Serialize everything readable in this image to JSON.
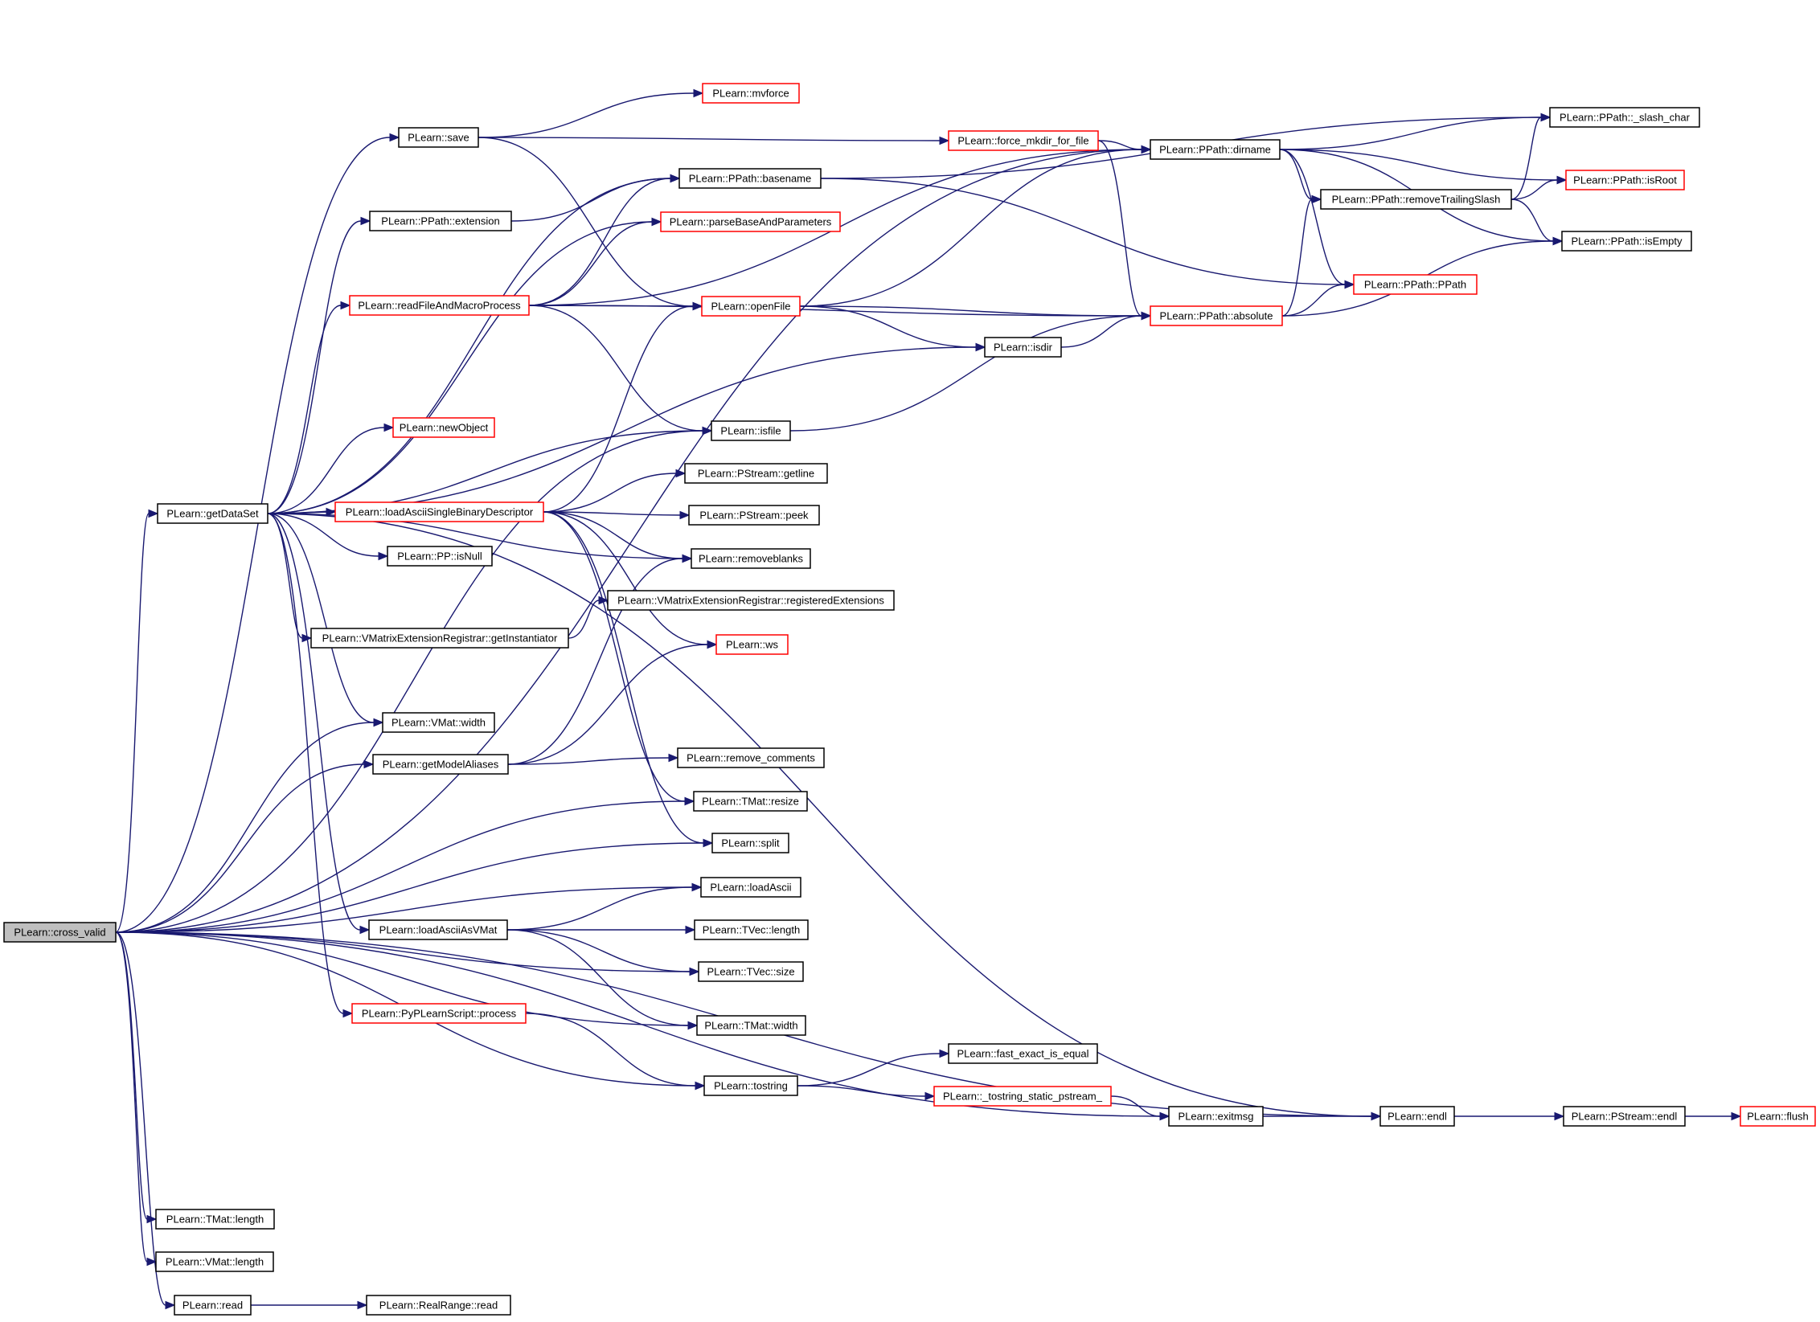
{
  "colors": {
    "edge": "#191970",
    "node_border_default": "#000000",
    "node_border_truncated": "#ff0000",
    "node_fill": "#ffffff",
    "root_fill": "#bfbfbf"
  },
  "graph": {
    "root": "cross_valid",
    "nodes": [
      {
        "id": "cross_valid",
        "label": "PLearn::cross_valid",
        "style": "root"
      },
      {
        "id": "getDataSet",
        "label": "PLearn::getDataSet",
        "style": "default"
      },
      {
        "id": "save",
        "label": "PLearn::save",
        "style": "default"
      },
      {
        "id": "mvforce",
        "label": "PLearn::mvforce",
        "style": "truncated"
      },
      {
        "id": "force_mkdir",
        "label": "PLearn::force_mkdir_for_file",
        "style": "truncated"
      },
      {
        "id": "dirname",
        "label": "PLearn::PPath::dirname",
        "style": "default"
      },
      {
        "id": "slash_char",
        "label": "PLearn::PPath::_slash_char",
        "style": "default"
      },
      {
        "id": "isRoot",
        "label": "PLearn::PPath::isRoot",
        "style": "truncated"
      },
      {
        "id": "removeTrailingSlash",
        "label": "PLearn::PPath::removeTrailingSlash",
        "style": "default"
      },
      {
        "id": "isEmpty",
        "label": "PLearn::PPath::isEmpty",
        "style": "default"
      },
      {
        "id": "PPath",
        "label": "PLearn::PPath::PPath",
        "style": "truncated"
      },
      {
        "id": "absolute",
        "label": "PLearn::PPath::absolute",
        "style": "truncated"
      },
      {
        "id": "basename",
        "label": "PLearn::PPath::basename",
        "style": "default"
      },
      {
        "id": "extension",
        "label": "PLearn::PPath::extension",
        "style": "default"
      },
      {
        "id": "parseBase",
        "label": "PLearn::parseBaseAndParameters",
        "style": "truncated"
      },
      {
        "id": "readFile",
        "label": "PLearn::readFileAndMacroProcess",
        "style": "truncated"
      },
      {
        "id": "openFile",
        "label": "PLearn::openFile",
        "style": "truncated"
      },
      {
        "id": "isdir",
        "label": "PLearn::isdir",
        "style": "default"
      },
      {
        "id": "isfile",
        "label": "PLearn::isfile",
        "style": "default"
      },
      {
        "id": "newObject",
        "label": "PLearn::newObject",
        "style": "truncated"
      },
      {
        "id": "getline",
        "label": "PLearn::PStream::getline",
        "style": "default"
      },
      {
        "id": "loadAsciiSBD",
        "label": "PLearn::loadAsciiSingleBinaryDescriptor",
        "style": "truncated"
      },
      {
        "id": "peek",
        "label": "PLearn::PStream::peek",
        "style": "default"
      },
      {
        "id": "isNull",
        "label": "PLearn::PP::isNull",
        "style": "default"
      },
      {
        "id": "removeblanks",
        "label": "PLearn::removeblanks",
        "style": "default"
      },
      {
        "id": "registeredExt",
        "label": "PLearn::VMatrixExtensionRegistrar::registeredExtensions",
        "style": "default"
      },
      {
        "id": "getInstantiator",
        "label": "PLearn::VMatrixExtensionRegistrar::getInstantiator",
        "style": "default"
      },
      {
        "id": "ws",
        "label": "PLearn::ws",
        "style": "truncated"
      },
      {
        "id": "vmatWidth",
        "label": "PLearn::VMat::width",
        "style": "default"
      },
      {
        "id": "getModelAliases",
        "label": "PLearn::getModelAliases",
        "style": "default"
      },
      {
        "id": "removeComments",
        "label": "PLearn::remove_comments",
        "style": "default"
      },
      {
        "id": "tmatResize",
        "label": "PLearn::TMat::resize",
        "style": "default"
      },
      {
        "id": "split",
        "label": "PLearn::split",
        "style": "default"
      },
      {
        "id": "loadAscii",
        "label": "PLearn::loadAscii",
        "style": "default"
      },
      {
        "id": "loadAsciiAsVMat",
        "label": "PLearn::loadAsciiAsVMat",
        "style": "default"
      },
      {
        "id": "tvecLength",
        "label": "PLearn::TVec::length",
        "style": "default"
      },
      {
        "id": "tvecSize",
        "label": "PLearn::TVec::size",
        "style": "default"
      },
      {
        "id": "pyProcess",
        "label": "PLearn::PyPLearnScript::process",
        "style": "truncated"
      },
      {
        "id": "tmatWidth",
        "label": "PLearn::TMat::width",
        "style": "default"
      },
      {
        "id": "fastEqual",
        "label": "PLearn::fast_exact_is_equal",
        "style": "default"
      },
      {
        "id": "tostring",
        "label": "PLearn::tostring",
        "style": "default"
      },
      {
        "id": "tostringStatic",
        "label": "PLearn::_tostring_static_pstream_",
        "style": "truncated"
      },
      {
        "id": "exitmsg",
        "label": "PLearn::exitmsg",
        "style": "default"
      },
      {
        "id": "endl",
        "label": "PLearn::endl",
        "style": "default"
      },
      {
        "id": "pstreamEndl",
        "label": "PLearn::PStream::endl",
        "style": "default"
      },
      {
        "id": "flush",
        "label": "PLearn::flush",
        "style": "truncated"
      },
      {
        "id": "tmatLength",
        "label": "PLearn::TMat::length",
        "style": "default"
      },
      {
        "id": "vmatLength",
        "label": "PLearn::VMat::length",
        "style": "default"
      },
      {
        "id": "read",
        "label": "PLearn::read",
        "style": "default"
      },
      {
        "id": "realRangeRead",
        "label": "PLearn::RealRange::read",
        "style": "default"
      }
    ],
    "edges": [
      [
        "cross_valid",
        "getDataSet"
      ],
      [
        "cross_valid",
        "save"
      ],
      [
        "cross_valid",
        "dirname"
      ],
      [
        "cross_valid",
        "isfile"
      ],
      [
        "cross_valid",
        "vmatWidth"
      ],
      [
        "cross_valid",
        "getModelAliases"
      ],
      [
        "cross_valid",
        "tmatResize"
      ],
      [
        "cross_valid",
        "split"
      ],
      [
        "cross_valid",
        "loadAscii"
      ],
      [
        "cross_valid",
        "tvecSize"
      ],
      [
        "cross_valid",
        "tmatWidth"
      ],
      [
        "cross_valid",
        "tostring"
      ],
      [
        "cross_valid",
        "exitmsg"
      ],
      [
        "cross_valid",
        "endl"
      ],
      [
        "cross_valid",
        "tmatLength"
      ],
      [
        "cross_valid",
        "vmatLength"
      ],
      [
        "cross_valid",
        "read"
      ],
      [
        "save",
        "mvforce"
      ],
      [
        "save",
        "force_mkdir"
      ],
      [
        "save",
        "openFile"
      ],
      [
        "force_mkdir",
        "dirname"
      ],
      [
        "force_mkdir",
        "absolute"
      ],
      [
        "dirname",
        "slash_char"
      ],
      [
        "dirname",
        "isRoot"
      ],
      [
        "dirname",
        "removeTrailingSlash"
      ],
      [
        "dirname",
        "isEmpty"
      ],
      [
        "dirname",
        "PPath"
      ],
      [
        "removeTrailingSlash",
        "slash_char"
      ],
      [
        "removeTrailingSlash",
        "isRoot"
      ],
      [
        "removeTrailingSlash",
        "isEmpty"
      ],
      [
        "absolute",
        "removeTrailingSlash"
      ],
      [
        "absolute",
        "PPath"
      ],
      [
        "absolute",
        "isEmpty"
      ],
      [
        "basename",
        "slash_char"
      ],
      [
        "basename",
        "PPath"
      ],
      [
        "extension",
        "basename"
      ],
      [
        "getDataSet",
        "basename"
      ],
      [
        "getDataSet",
        "extension"
      ],
      [
        "getDataSet",
        "parseBase"
      ],
      [
        "getDataSet",
        "readFile"
      ],
      [
        "getDataSet",
        "isdir"
      ],
      [
        "getDataSet",
        "isfile"
      ],
      [
        "getDataSet",
        "newObject"
      ],
      [
        "getDataSet",
        "loadAsciiSBD"
      ],
      [
        "getDataSet",
        "isNull"
      ],
      [
        "getDataSet",
        "removeblanks"
      ],
      [
        "getDataSet",
        "getInstantiator"
      ],
      [
        "getDataSet",
        "vmatWidth"
      ],
      [
        "getDataSet",
        "endl"
      ],
      [
        "getDataSet",
        "loadAsciiAsVMat"
      ],
      [
        "getDataSet",
        "pyProcess"
      ],
      [
        "readFile",
        "basename"
      ],
      [
        "readFile",
        "parseBase"
      ],
      [
        "readFile",
        "openFile"
      ],
      [
        "readFile",
        "dirname"
      ],
      [
        "readFile",
        "absolute"
      ],
      [
        "readFile",
        "isfile"
      ],
      [
        "openFile",
        "dirname"
      ],
      [
        "openFile",
        "absolute"
      ],
      [
        "openFile",
        "isdir"
      ],
      [
        "isdir",
        "absolute"
      ],
      [
        "isfile",
        "absolute"
      ],
      [
        "loadAsciiSBD",
        "openFile"
      ],
      [
        "loadAsciiSBD",
        "getline"
      ],
      [
        "loadAsciiSBD",
        "peek"
      ],
      [
        "loadAsciiSBD",
        "removeblanks"
      ],
      [
        "loadAsciiSBD",
        "ws"
      ],
      [
        "loadAsciiSBD",
        "tmatResize"
      ],
      [
        "loadAsciiSBD",
        "split"
      ],
      [
        "getInstantiator",
        "registeredExt"
      ],
      [
        "getModelAliases",
        "ws"
      ],
      [
        "getModelAliases",
        "removeComments"
      ],
      [
        "getModelAliases",
        "removeblanks"
      ],
      [
        "loadAsciiAsVMat",
        "loadAscii"
      ],
      [
        "loadAsciiAsVMat",
        "tvecLength"
      ],
      [
        "loadAsciiAsVMat",
        "tvecSize"
      ],
      [
        "loadAsciiAsVMat",
        "tmatWidth"
      ],
      [
        "pyProcess",
        "tostring"
      ],
      [
        "tostring",
        "fastEqual"
      ],
      [
        "tostring",
        "tostringStatic"
      ],
      [
        "tostringStatic",
        "exitmsg"
      ],
      [
        "exitmsg",
        "endl"
      ],
      [
        "endl",
        "pstreamEndl"
      ],
      [
        "pstreamEndl",
        "flush"
      ],
      [
        "read",
        "realRangeRead"
      ]
    ]
  }
}
